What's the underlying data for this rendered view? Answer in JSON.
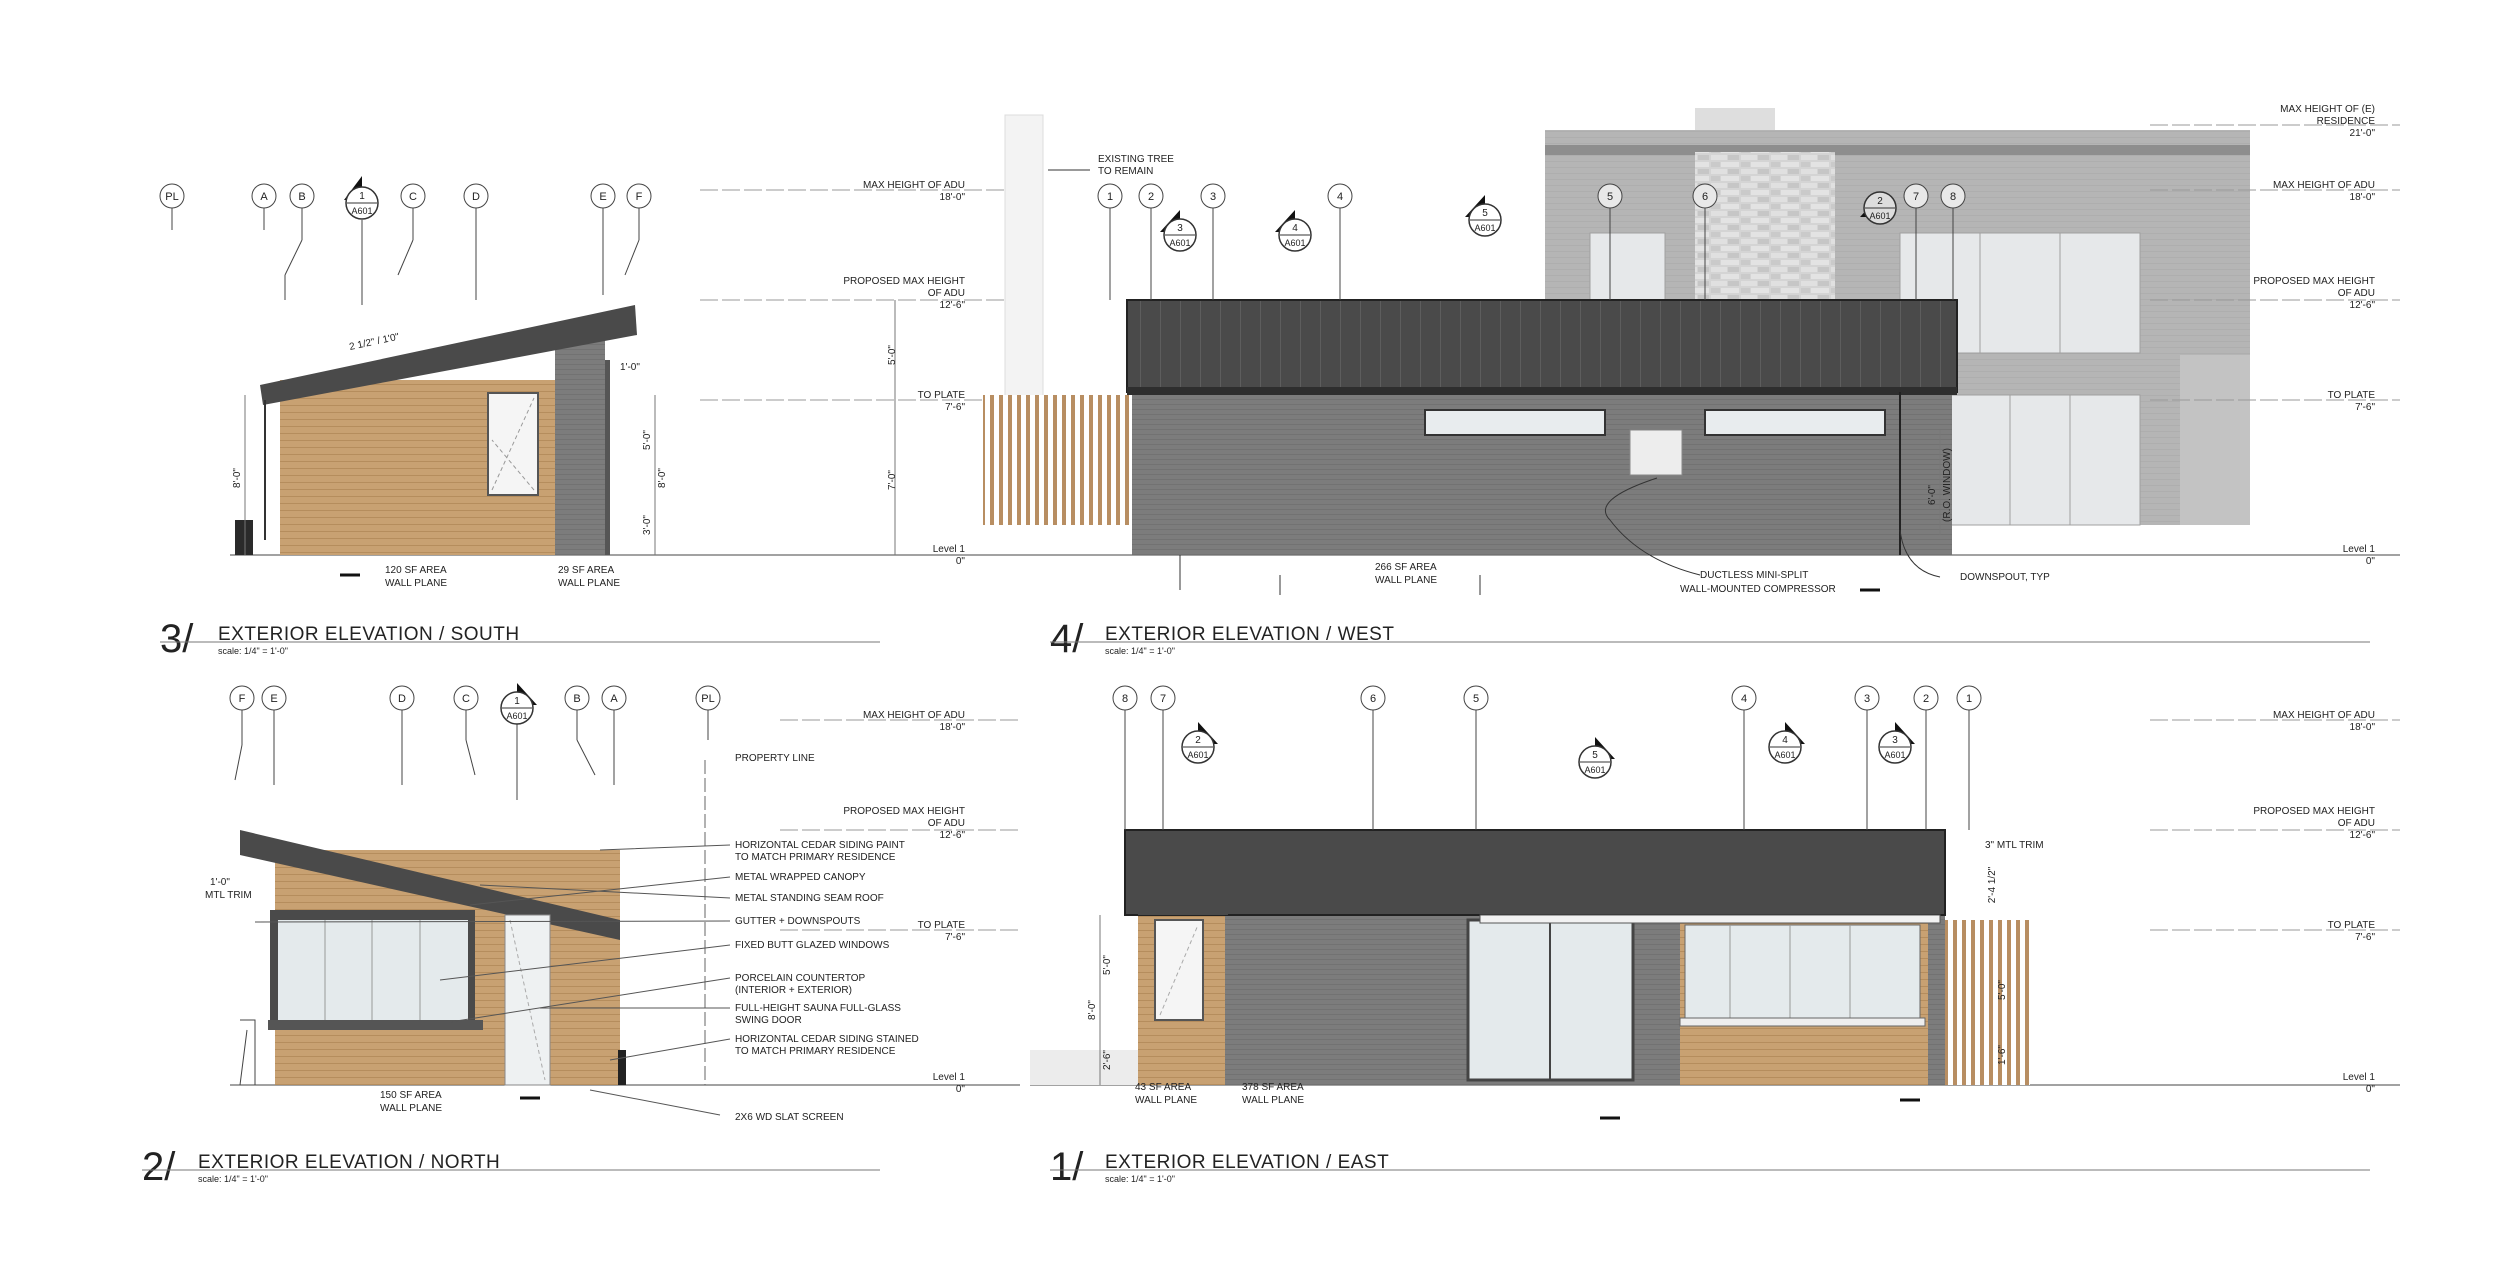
{
  "colors": {
    "wood": "#c8a172",
    "wood_dark": "#b08858",
    "siding_gray": "#7c7c7c",
    "roof_dark": "#4a4a4a",
    "residence_gray": "#b5b5b5",
    "glass": "#e4eaec",
    "line": "#222222"
  },
  "icons": [
    "section-marker-icon",
    "grid-bubble-icon",
    "level-arrow-icon"
  ],
  "titles": {
    "south": {
      "num": "3/",
      "text": "EXTERIOR ELEVATION  / SOUTH",
      "scale": "scale:  1/4\" = 1'-0\""
    },
    "west": {
      "num": "4/",
      "text": "EXTERIOR ELEVATION  /  WEST",
      "scale": "scale:  1/4\" = 1'-0\""
    },
    "north": {
      "num": "2/",
      "text": "EXTERIOR ELEVATION  / NORTH",
      "scale": "scale:  1/4\" = 1'-0\""
    },
    "east": {
      "num": "1/",
      "text": "EXTERIOR ELEVATION  /  EAST",
      "scale": "scale:  1/4\" = 1'-0\""
    }
  },
  "section_ref": {
    "sheet": "A601",
    "one": "1",
    "two": "2",
    "three": "3",
    "four": "4",
    "five": "5"
  },
  "grids": {
    "south": [
      "PL",
      "A",
      "B",
      "C",
      "D",
      "E",
      "F"
    ],
    "west": [
      "1",
      "2",
      "3",
      "4",
      "5",
      "6",
      "7",
      "8"
    ],
    "north": [
      "F",
      "E",
      "D",
      "C",
      "B",
      "A",
      "PL"
    ],
    "east": [
      "8",
      "7",
      "6",
      "5",
      "4",
      "3",
      "2",
      "1"
    ]
  },
  "levels": {
    "max_adu_a": "MAX HEIGHT OF ADU",
    "max_adu_b": "18'-0\"",
    "prop_a": "PROPOSED MAX HEIGHT",
    "prop_b": "OF ADU",
    "prop_c": "12'-6\"",
    "plate_a": "TO PLATE",
    "plate_b": "7'-6\"",
    "level1_a": "Level 1",
    "level1_b": "0\"",
    "res_a": "MAX HEIGHT OF (E)",
    "res_b": "RESIDENCE",
    "res_c": "21'-0\""
  },
  "south": {
    "area1_a": "120 SF AREA",
    "area1_b": "WALL PLANE",
    "area2_a": "29 SF AREA",
    "area2_b": "WALL PLANE",
    "slope": "2 1/2\" / 1'0\"",
    "dim_overhang": "1'-0\"",
    "dim_5": "5'-0\"",
    "dim_7": "7'-0\"",
    "dim_8": "8'-0\"",
    "dim_5b": "5'-0\"",
    "dim_3": "3'-0\"",
    "dim_8b": "8'-0\""
  },
  "west": {
    "area_a": "266 SF AREA",
    "area_b": "WALL PLANE",
    "tree_a": "EXISTING TREE",
    "tree_b": "TO REMAIN",
    "mini_a": "DUCTLESS MINI-SPLIT",
    "mini_b": "WALL-MOUNTED COMPRESSOR",
    "downspout": "DOWNSPOUT, TYP",
    "window_a": "6'-0\"",
    "window_b": "(R.O. WINDOW)"
  },
  "north": {
    "area_a": "150 SF AREA",
    "area_b": "WALL PLANE",
    "overhang_a": "1'-0\"",
    "overhang_b": "MTL TRIM",
    "property_line": "PROPERTY LINE",
    "notes": [
      "HORIZONTAL CEDAR SIDING PAINT",
      "TO MATCH PRIMARY RESIDENCE",
      "METAL WRAPPED CANOPY",
      "METAL STANDING SEAM ROOF",
      "GUTTER + DOWNSPOUTS",
      "FIXED BUTT GLAZED WINDOWS",
      "PORCELAIN COUNTERTOP",
      "(INTERIOR + EXTERIOR)",
      "FULL-HEIGHT SAUNA FULL-GLASS",
      "SWING DOOR",
      "HORIZONTAL CEDAR SIDING STAINED",
      "TO MATCH PRIMARY RESIDENCE"
    ],
    "slat": "2X6 WD SLAT SCREEN"
  },
  "east": {
    "area1_a": "43 SF AREA",
    "area1_b": "WALL PLANE",
    "area2_a": "378 SF AREA",
    "area2_b": "WALL PLANE",
    "trim": "3\" MTL TRIM",
    "dim_a": "2'-4 1/2\"",
    "dim_b": "5'-0\"",
    "dim_c": "8'-0\"",
    "dim_d": "2'-6\"",
    "dim_e": "5'-0\"",
    "dim_f": "1'-6\""
  }
}
